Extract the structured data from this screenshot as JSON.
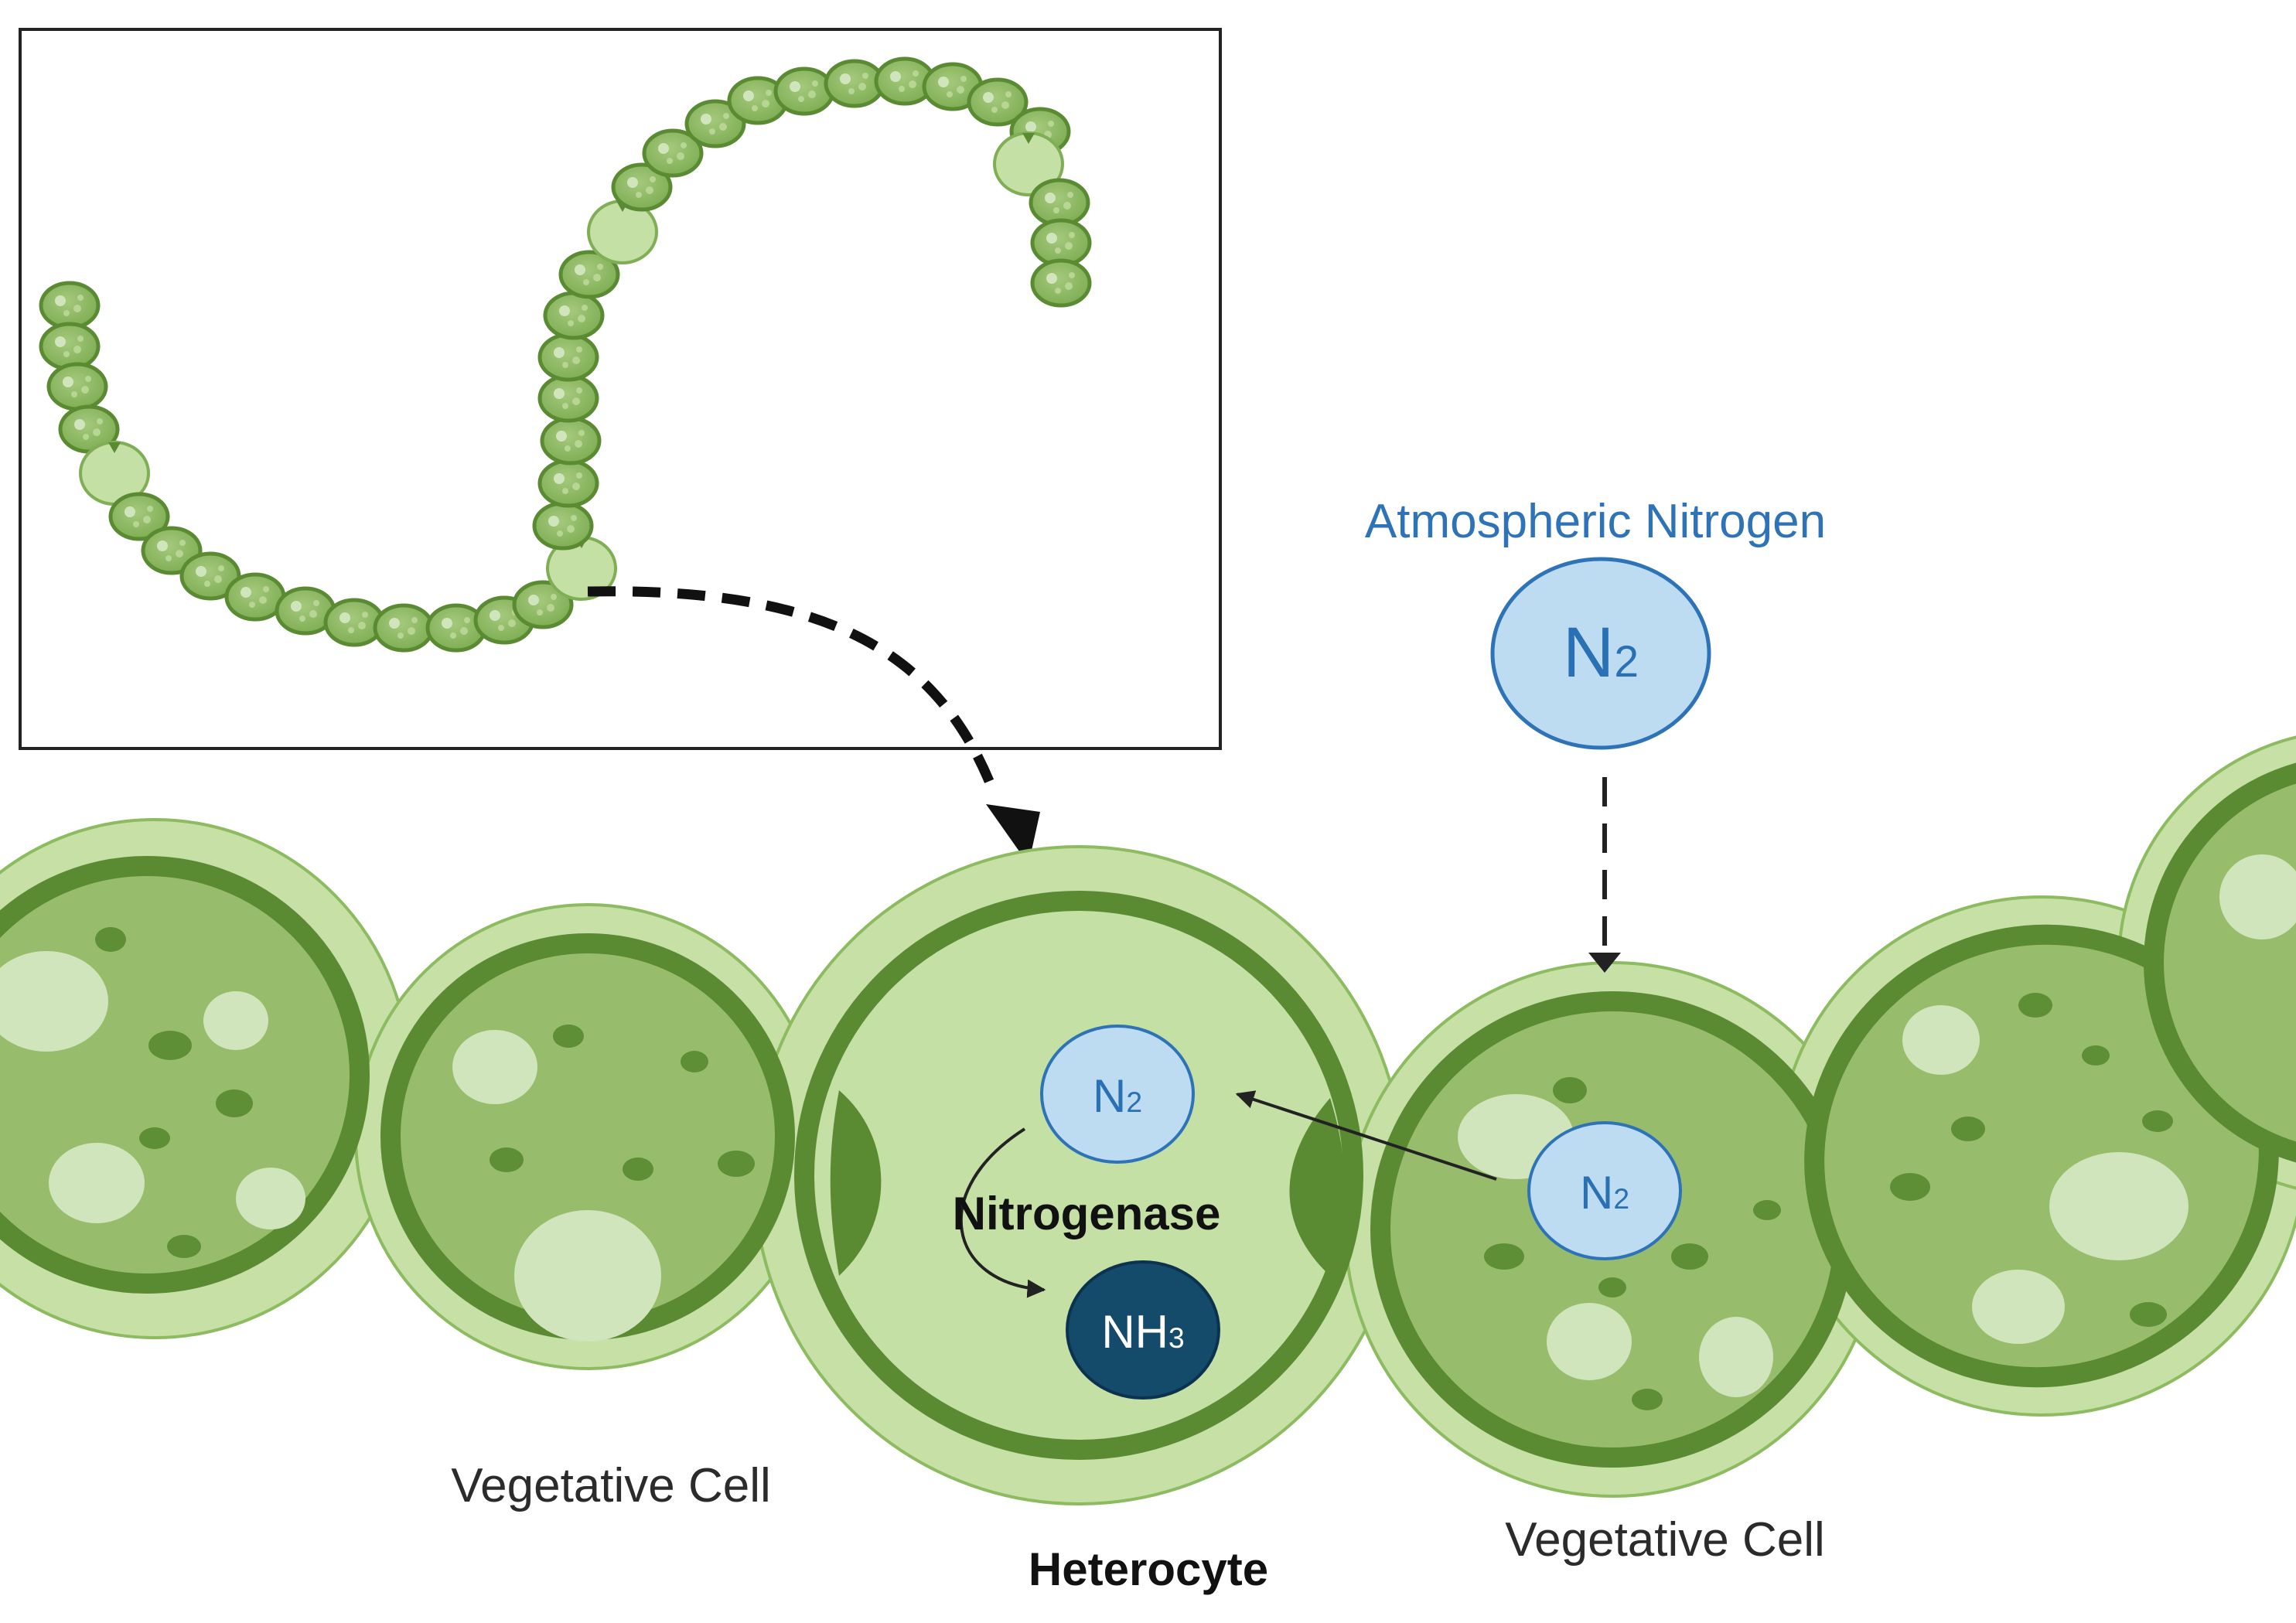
{
  "labels": {
    "vegetative_cell_left": "Vegetative Cell",
    "heterocyte": "Heterocyte",
    "vegetative_cell_right": "Vegetative Cell",
    "atmospheric_nitrogen": "Atmospheric Nitrogen",
    "nitrogenase": "Nitrogenase"
  },
  "molecules": {
    "n2_atmosphere": {
      "base": "N",
      "sub": "2"
    },
    "n2_heterocyte": {
      "base": "N",
      "sub": "2"
    },
    "n2_vegetative": {
      "base": "N",
      "sub": "2"
    },
    "nh3": {
      "base": "NH",
      "sub": "3"
    }
  },
  "colors": {
    "sheath": "#c6e0a6",
    "sheath_outline": "#7fae55",
    "cell_wall": "#5a8a32",
    "cytoplasm": "#97bd6c",
    "heterocyte_cytoplasm": "#c4e0a5",
    "vacuole": "#d0e5bb",
    "granule": "#5e8e36",
    "n2_fill": "#bddcf2",
    "n2_stroke": "#2e73b8",
    "nh3_fill": "#144a6a",
    "arrow": "#222222"
  }
}
